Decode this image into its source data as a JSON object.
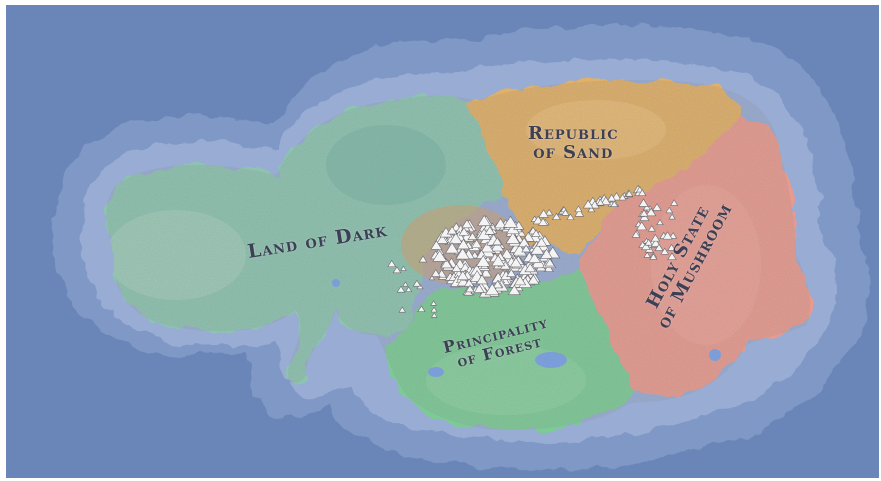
{
  "map": {
    "colors": {
      "ocean": "#6a86b8",
      "shelf_outer": "#7f98c6",
      "shelf_inner": "#98acd4",
      "land_of_dark": "#8cc4b0",
      "republic_of_sand": "#e2b066",
      "principality_of_forest": "#7ccb96",
      "holy_state_of_mushroom": "#e99a8e",
      "mountains": "#f2f2f2",
      "lakes": "#7b9ed8",
      "label_ink": "#3d3f55"
    },
    "regions": [
      {
        "id": "land-of-dark",
        "label_lines": [
          "Land of Dark"
        ]
      },
      {
        "id": "republic-of-sand",
        "label_lines": [
          "Republic",
          "of Sand"
        ]
      },
      {
        "id": "principality-of-forest",
        "label_lines": [
          "Principality",
          "of Forest"
        ]
      },
      {
        "id": "holy-state-of-mushroom",
        "label_lines": [
          "Holy State",
          "of Mushroom"
        ]
      }
    ]
  }
}
